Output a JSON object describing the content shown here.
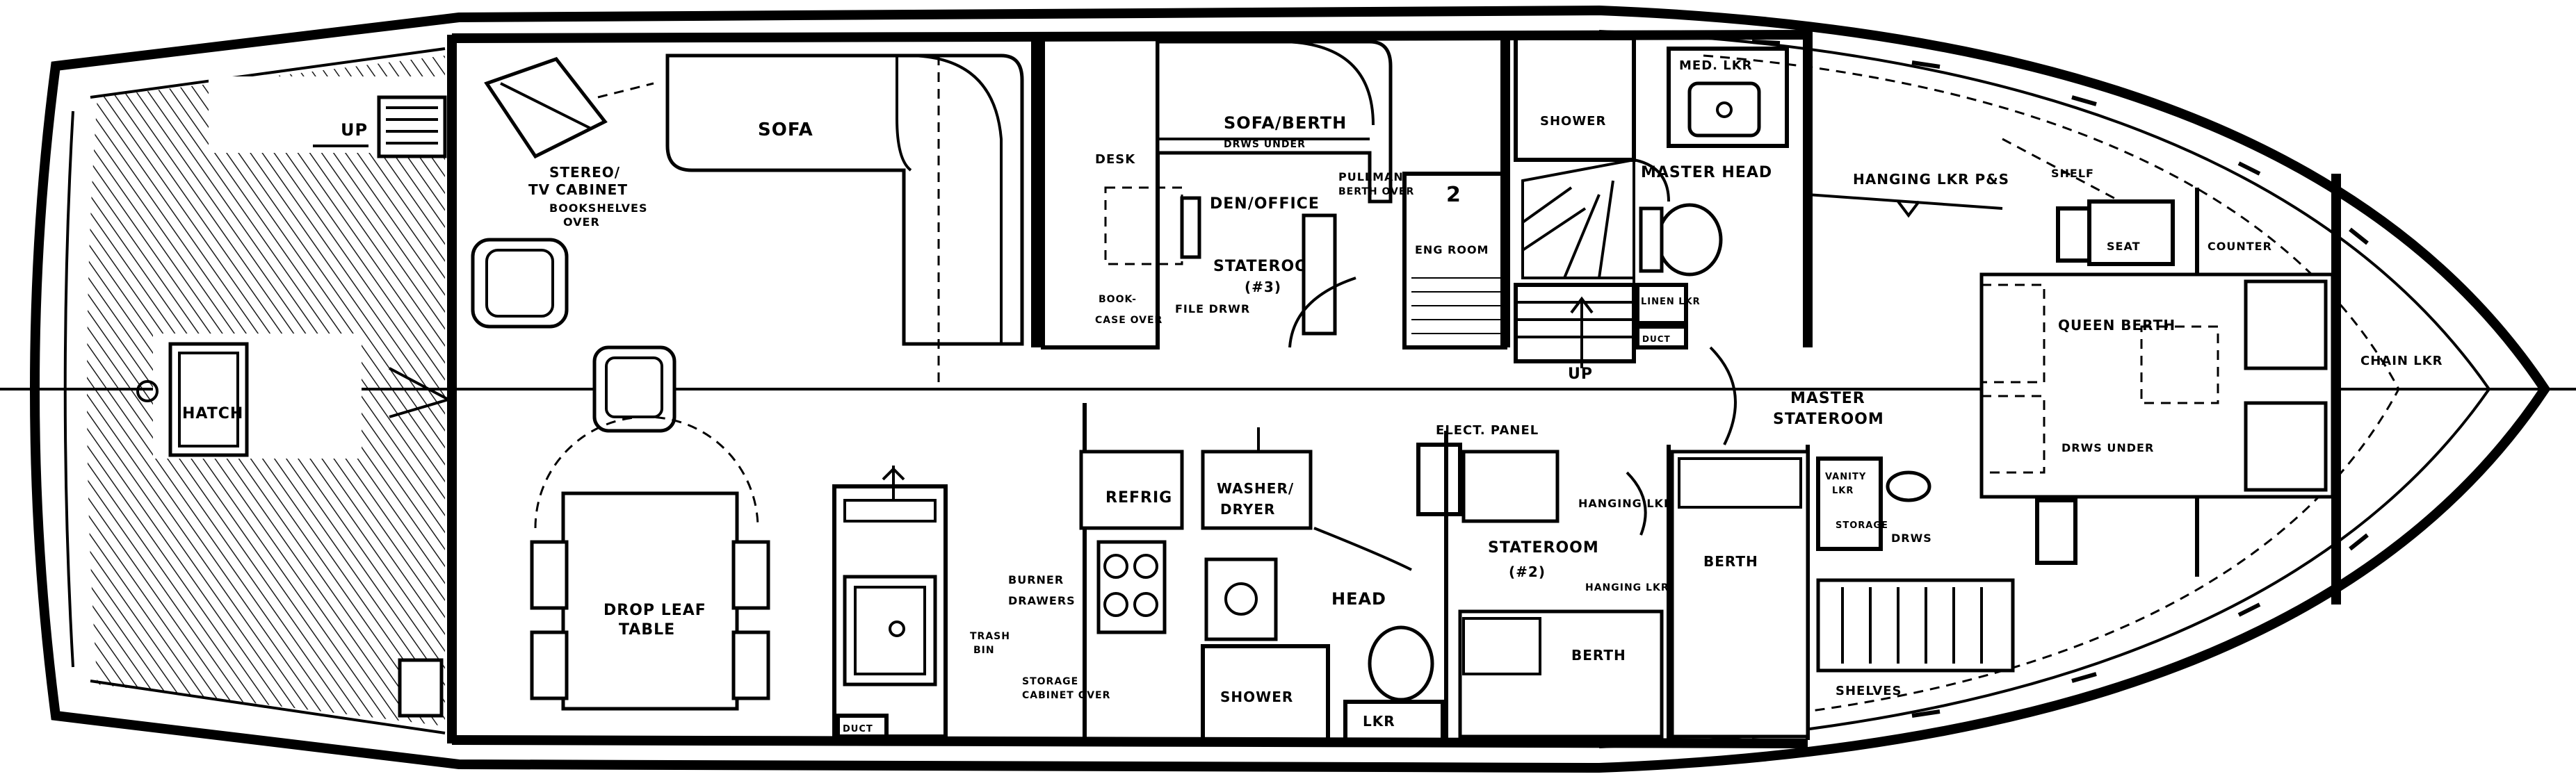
{
  "labels": {
    "up_stair": "UP",
    "sofa": "SOFA",
    "stereo": "STEREO/",
    "tv_cabinet": "TV CABINET",
    "bookshelves": "BOOKSHELVES",
    "over": "OVER",
    "hatch": "HATCH",
    "sofa_berth": "SOFA/BERTH",
    "drws_under": "DRWS UNDER",
    "desk": "DESK",
    "den_office": "DEN/OFFICE",
    "stateroom_3": "STATEROOM",
    "num_3": "(#3)",
    "book_case": "BOOK-",
    "case_over": "CASE OVER",
    "file_drwr": "FILE DRWR",
    "pullman": "PULLMAN",
    "berth_over": "BERTH OVER",
    "num_2_mark": "2",
    "engine_rm": "ENG ROOM",
    "shower_upper": "SHOWER",
    "med_lkr": "MED. LKR",
    "master_head": "MASTER HEAD",
    "linen_lkr": "LINEN LKR",
    "duct": "DUCT",
    "up_main": "UP",
    "hanging_lkr": "HANGING LKR P&S",
    "shelf": "SHELF",
    "seat": "SEAT",
    "counter": "COUNTER",
    "queen_berth": "QUEEN BERTH",
    "drws_under_queen": "DRWS UNDER",
    "chain_lkr": "CHAIN LKR",
    "master_stateroom_1": "MASTER",
    "master_stateroom_2": "STATEROOM",
    "refrig": "REFRIG",
    "washer_dryer_1": "WASHER/",
    "washer_dryer_2": "DRYER",
    "elect_panel": "ELECT. PANEL",
    "hanging_lkr_2": "HANGING LKR",
    "stateroom_2": "STATEROOM",
    "num_2": "(#2)",
    "hanging_lkr_under": "HANGING LKR",
    "berth_left": "BERTH",
    "berth_right": "BERTH",
    "vanity_1": "VANITY",
    "vanity_2": "LKR",
    "drws_right": "DRWS",
    "storage": "STORAGE",
    "drop_leaf_1": "DROP LEAF",
    "drop_leaf_2": "TABLE",
    "burner": "BURNER",
    "drawers": "DRAWERS",
    "trash": "TRASH",
    "bin": "BIN",
    "storage_cabinet": "STORAGE",
    "cabinet_over": "CABINET OVER",
    "head": "HEAD",
    "shower_lower": "SHOWER",
    "lkr": "LKR",
    "duct_lower": "DUCT",
    "shelves": "SHELVES"
  }
}
